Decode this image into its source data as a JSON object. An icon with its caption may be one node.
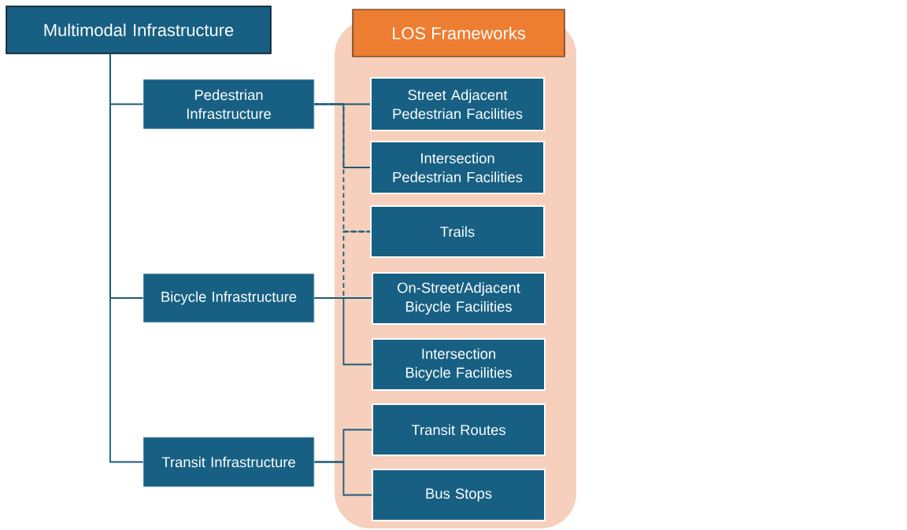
{
  "diagram": {
    "nodes": [
      {
        "text": [
          "Multimodal Infrastructure"
        ]
      },
      {
        "text": [
          "LOS Frameworks"
        ]
      },
      {
        "text": [
          "Pedestrian Infrastructure"
        ]
      },
      {
        "text": [
          "Street Adjacent Pedestrian Facilities"
        ],
        "in": 1
      },
      {
        "text": [
          "Intersection Pedestrian Facilities"
        ],
        "in": 1
      },
      {
        "text": [
          "Trails"
        ],
        "in": 1
      },
      {
        "text": [
          "Bicycle Infrastructure"
        ]
      },
      {
        "text": [
          "On-Street/Adjacent Bicycle Facilities"
        ],
        "in": 1
      },
      {
        "text": [
          "Intersection Bicycle Facilities"
        ],
        "in": 1
      },
      {
        "text": [
          "Transit Infrastructure"
        ]
      },
      {
        "text": [
          "Transit Routes"
        ],
        "in": 1
      },
      {
        "text": [
          "Bus Stops"
        ],
        "in": 1
      }
    ],
    "edges": [
      {
        "from": 0,
        "to": 2,
        "arrow": "none"
      },
      {
        "from": 0,
        "to": 6,
        "arrow": "none"
      },
      {
        "from": 0,
        "to": 9,
        "arrow": "none"
      },
      {
        "from": 2,
        "to": 3,
        "arrow": "none"
      },
      {
        "from": 2,
        "to": 4,
        "arrow": "none"
      },
      {
        "from": 2,
        "to": 5,
        "arrow": "none",
        "style": "dashed"
      },
      {
        "from": 6,
        "to": 5,
        "arrow": "none",
        "style": "dashed"
      },
      {
        "from": 6,
        "to": 7,
        "arrow": "none"
      },
      {
        "from": 6,
        "to": 8,
        "arrow": "none"
      },
      {
        "from": 9,
        "to": 10,
        "arrow": "none"
      },
      {
        "from": 9,
        "to": 11,
        "arrow": "none"
      }
    ]
  }
}
